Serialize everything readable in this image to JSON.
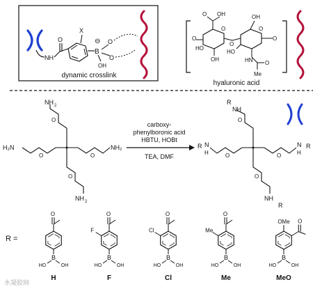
{
  "top_left_box": {
    "caption": "dynamic crosslink",
    "atom_x": "X",
    "atom_b": "B",
    "atom_o": "O",
    "atom_oh": "OH",
    "atom_nh": "NH",
    "charge": "⊖"
  },
  "top_right": {
    "caption": "hyaluronic acid",
    "atoms": {
      "oh_top": "OH",
      "o_carbonyl": "O",
      "oh_ring1_left": "HO",
      "oh_ring1_bottom": "OH",
      "o_ring1": "O",
      "o_link": "O",
      "o_ring2": "O",
      "oh_ring2_left": "HO",
      "oh_ring2_top": "OH",
      "o_end": "O",
      "nh": "HN",
      "o_amide": "O",
      "me": "Me"
    }
  },
  "reaction": {
    "reagents_line1": "carboxy-",
    "reagents_line2": "phenylboronic acid",
    "reagents_line3": "HBTU, HOBt",
    "conditions": "TEA, DMF"
  },
  "reactant": {
    "nh2_top": "NH",
    "nh2_left": "H₂N",
    "nh2_right": "NH₂",
    "nh2_bottom": "NH",
    "sub2": "2",
    "o": "O"
  },
  "product": {
    "r": "R",
    "nh": "NH",
    "n": "N",
    "h": "H",
    "o": "O"
  },
  "r_groups": {
    "prefix": "R =",
    "labels": [
      "H",
      "F",
      "Cl",
      "Me",
      "MeO"
    ],
    "substituents": [
      "",
      "F",
      "Cl",
      "Me",
      "OMe"
    ],
    "atom_b": "B",
    "atom_oh": "OH",
    "atom_ho": "HO",
    "atom_o": "O"
  },
  "watermark": "水凝胶网",
  "colors": {
    "crosslink_blue": "#1f3fd1",
    "polymer_red": "#b3123a",
    "ink": "#111111"
  }
}
